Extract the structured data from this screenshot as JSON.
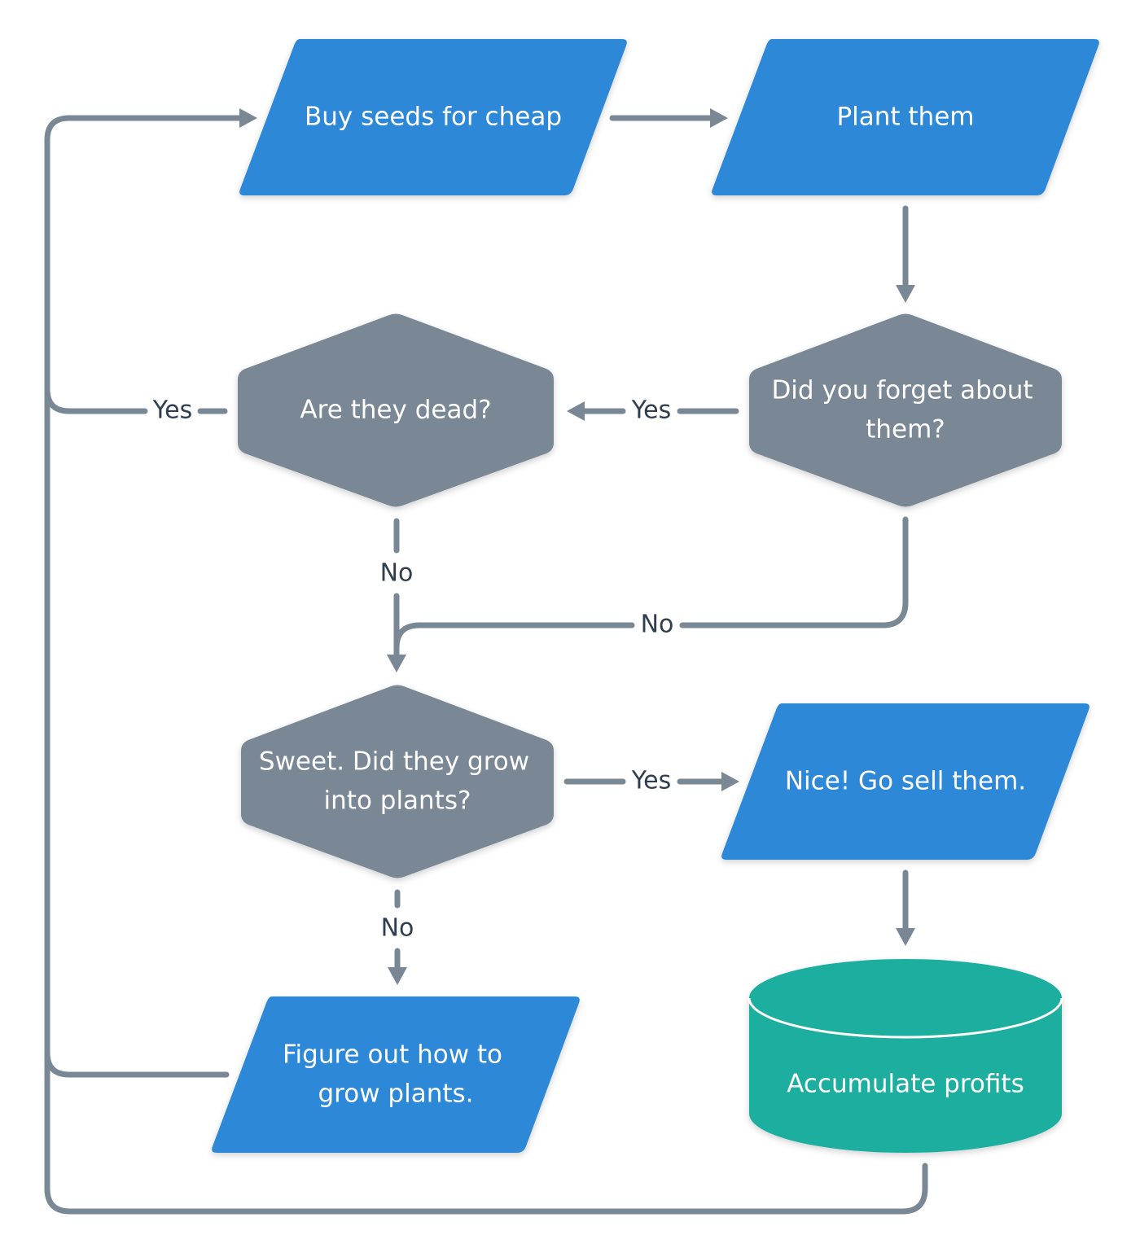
{
  "colors": {
    "process": "#2e88d8",
    "decision": "#7a8795",
    "database": "#1aae9f",
    "edge": "#7a8795",
    "label_text": "#2e3d4f",
    "node_text": "#ffffff"
  },
  "nodes": {
    "buy_seeds": {
      "label": "Buy seeds for cheap",
      "shape": "parallelogram"
    },
    "plant_them": {
      "label": "Plant them",
      "shape": "parallelogram"
    },
    "forget": {
      "label_lines": [
        "Did you forget about",
        "them?"
      ],
      "shape": "hexagon"
    },
    "dead": {
      "label": "Are they dead?",
      "shape": "hexagon"
    },
    "grow": {
      "label_lines": [
        "Sweet. Did they grow",
        "into plants?"
      ],
      "shape": "hexagon"
    },
    "sell": {
      "label": "Nice! Go sell them.",
      "shape": "parallelogram"
    },
    "figure_out": {
      "label_lines": [
        "Figure out how to",
        "grow plants."
      ],
      "shape": "parallelogram"
    },
    "profits": {
      "label": "Accumulate profits",
      "shape": "cylinder"
    }
  },
  "edges": {
    "forget_yes": "Yes",
    "dead_yes": "Yes",
    "dead_no": "No",
    "forget_no": "No",
    "grow_yes": "Yes",
    "grow_no": "No"
  }
}
